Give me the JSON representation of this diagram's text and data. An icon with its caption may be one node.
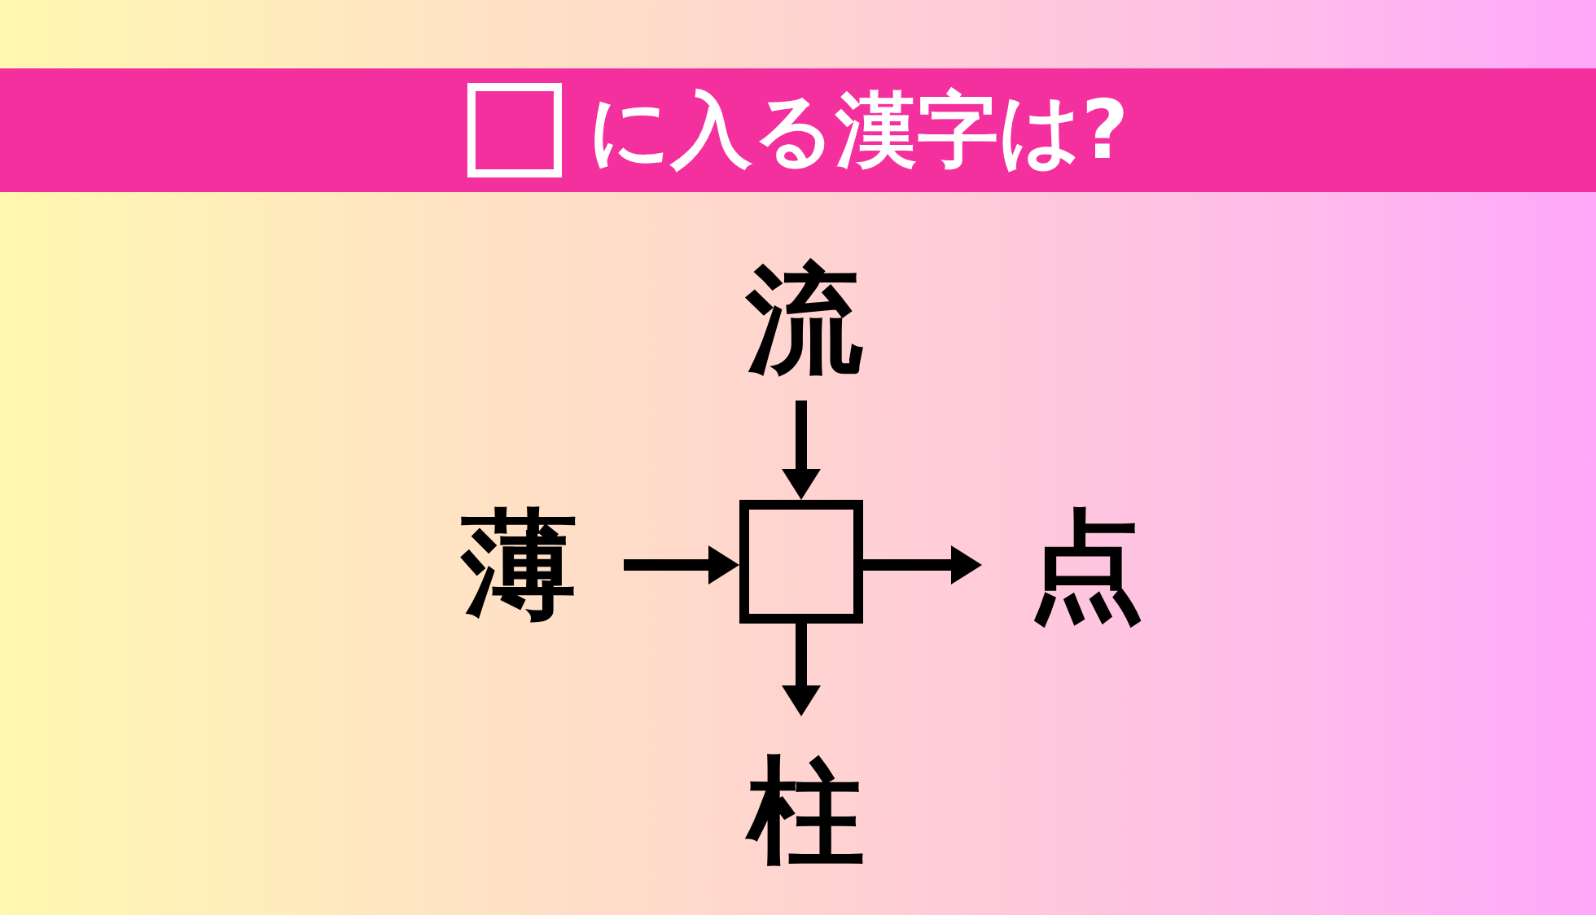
{
  "diagram": {
    "title": "に入る漢字は?",
    "nodes": [
      {
        "text": [
          "流"
        ]
      },
      {
        "text": [
          "薄"
        ]
      },
      {
        "text": [],
        "shape": "box"
      },
      {
        "text": [
          "点"
        ]
      },
      {
        "text": [
          "柱"
        ]
      }
    ],
    "edges": [
      {
        "from": 0,
        "to": 2,
        "arrow": "to"
      },
      {
        "from": 1,
        "to": 2,
        "arrow": "to"
      },
      {
        "from": 2,
        "to": 3,
        "arrow": "to"
      },
      {
        "from": 2,
        "to": 4,
        "arrow": "to"
      }
    ]
  }
}
